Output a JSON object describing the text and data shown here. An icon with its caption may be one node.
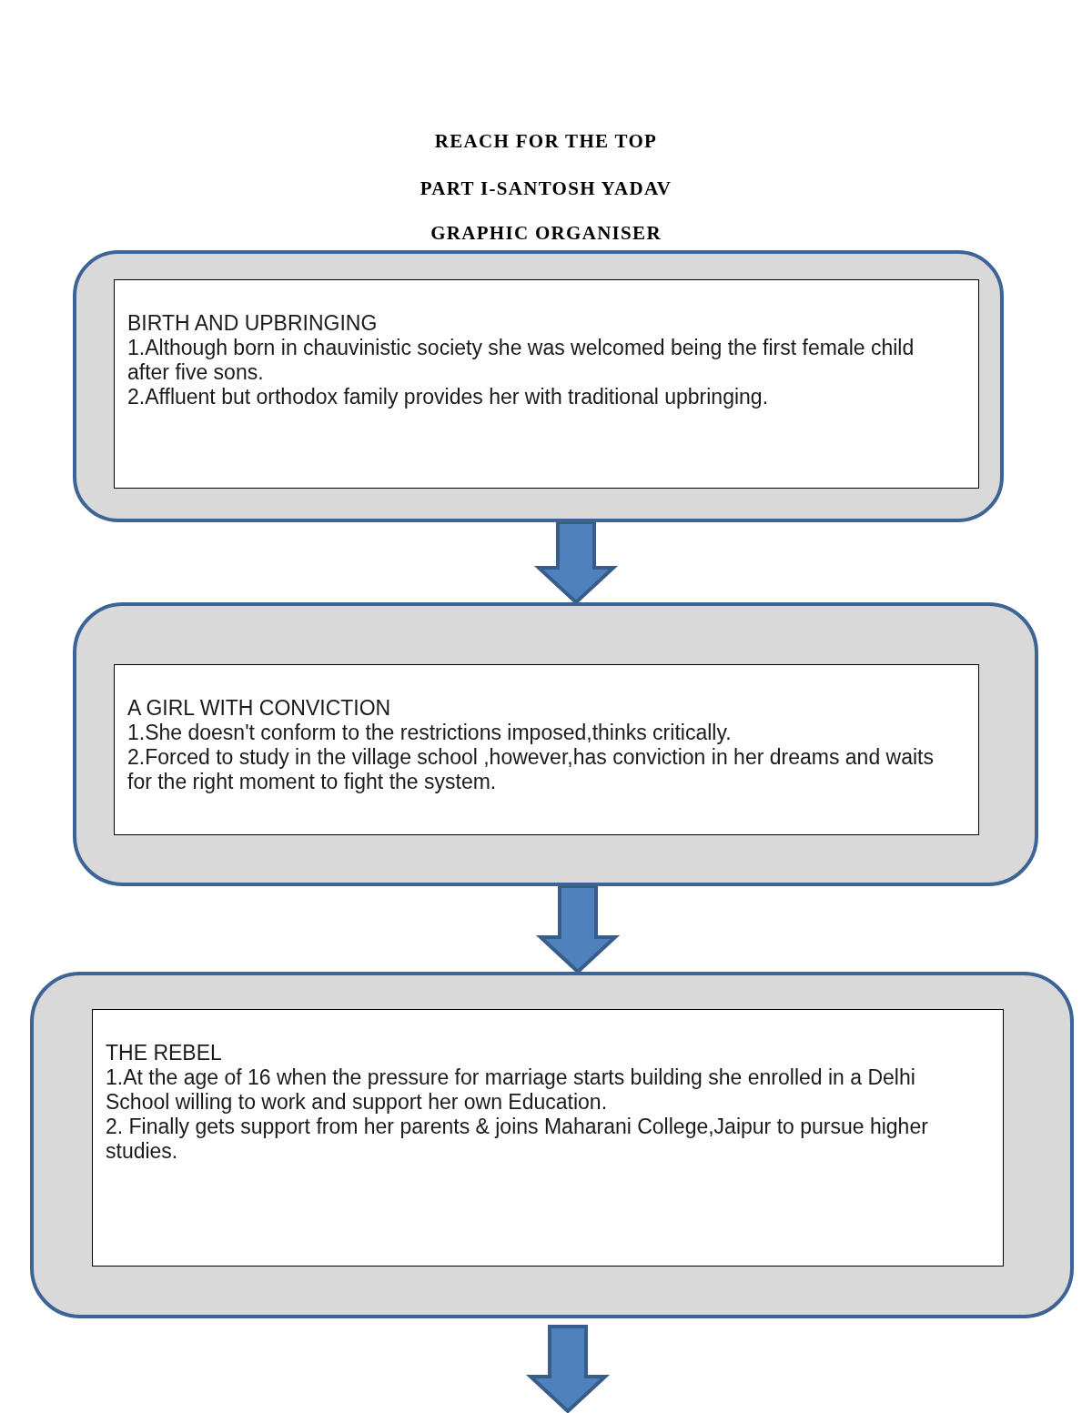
{
  "diagram": {
    "title": "REACH FOR THE TOP",
    "nodes": [
      {
        "text": [],
        "shape": "box"
      },
      {
        "text": [
          "BIRTH AND UPBRINGING",
          "1.Although born in chauvinistic society she was welcomed being the first female child after five sons.",
          "2.Affluent but orthodox family provides her with traditional upbringing."
        ],
        "in": 0
      },
      {
        "text": [],
        "shape": "box"
      },
      {
        "text": [
          "A GIRL WITH CONVICTION",
          "1.She doesn't conform to the restrictions imposed,thinks critically.",
          "2.Forced to study in the village school ,however,has conviction in her dreams and waits for the right moment to fight the system."
        ],
        "in": 2
      },
      {
        "text": [],
        "shape": "box"
      },
      {
        "text": [
          "THE REBEL",
          "1.At the age of 16 when the pressure for marriage starts building she enrolled in a Delhi School willing to work and support her own Education.",
          "2. Finally gets support from her parents & joins Maharani College,Jaipur to pursue higher studies."
        ],
        "in": 4
      }
    ],
    "edges": [
      {
        "from": 0,
        "to": 2,
        "arrow": "to"
      },
      {
        "from": 2,
        "to": 4,
        "arrow": "to"
      },
      {
        "from": 4,
        "to": null,
        "arrow": "to"
      }
    ],
    "labels": [
      "PART I-SANTOSH YADAV",
      "GRAPHIC ORGANISER"
    ]
  }
}
